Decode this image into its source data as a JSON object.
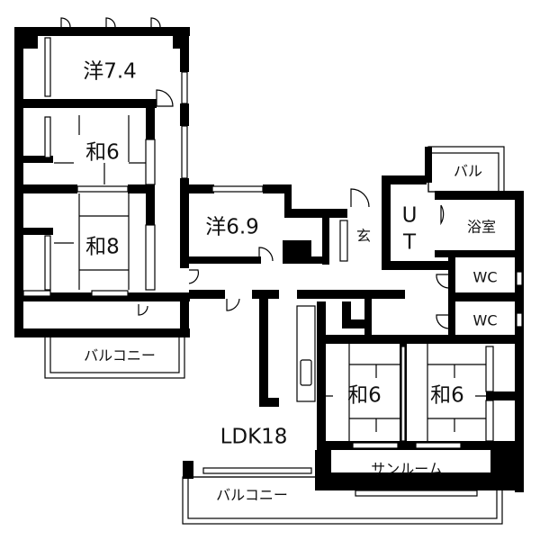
{
  "plan": {
    "rooms": {
      "western_74": "洋7.4",
      "japanese_6_left": "和6",
      "japanese_8": "和8",
      "western_69": "洋6.9",
      "entrance": "玄",
      "utility_u": "U",
      "utility_t": "T",
      "balcony_small": "バル",
      "bathroom": "浴室",
      "wc1": "WC",
      "wc2": "WC",
      "ldk": "LDK18",
      "japanese_6_a": "和6",
      "japanese_6_b": "和6",
      "sunroom": "サンルーム",
      "balcony_left": "バルコニー",
      "balcony_bottom": "バルコニー"
    }
  }
}
